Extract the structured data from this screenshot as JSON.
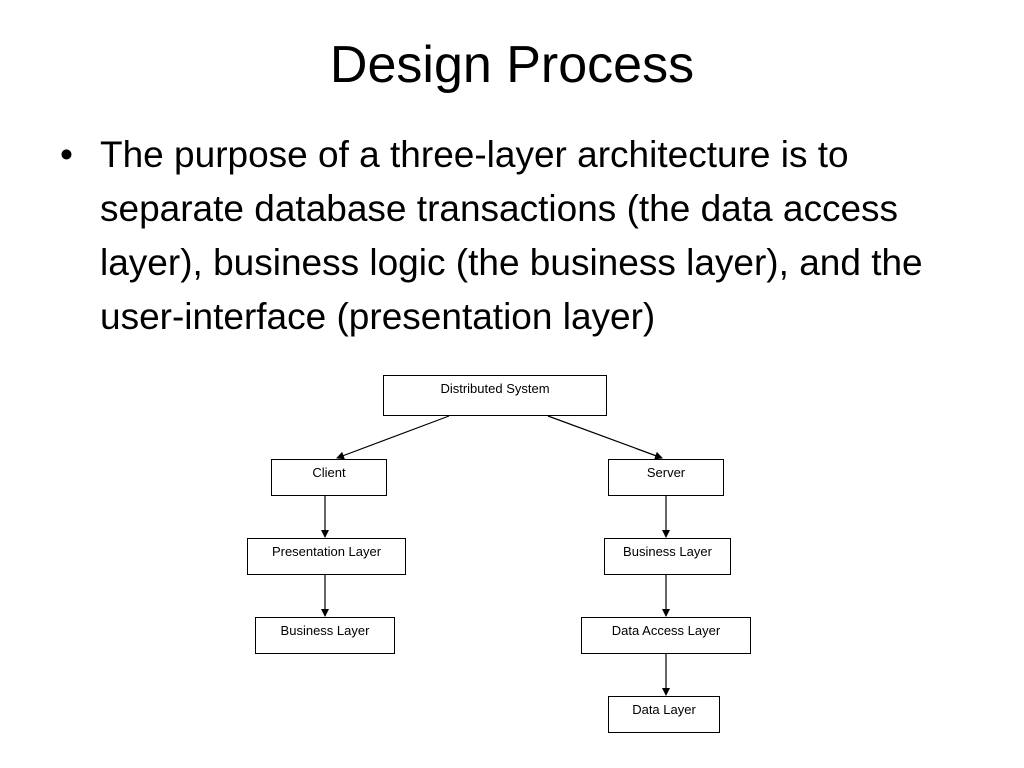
{
  "slide": {
    "title": "Design Process",
    "bullet": "The purpose of a three-layer architecture is to separate database transactions (the data access layer), business logic (the business layer), and the user-interface (presentation layer)"
  },
  "diagram": {
    "root": "Distributed System",
    "client": {
      "label": "Client",
      "children": [
        "Presentation Layer",
        "Business Layer"
      ]
    },
    "server": {
      "label": "Server",
      "children": [
        "Business Layer",
        "Data Access Layer",
        "Data Layer"
      ]
    }
  }
}
